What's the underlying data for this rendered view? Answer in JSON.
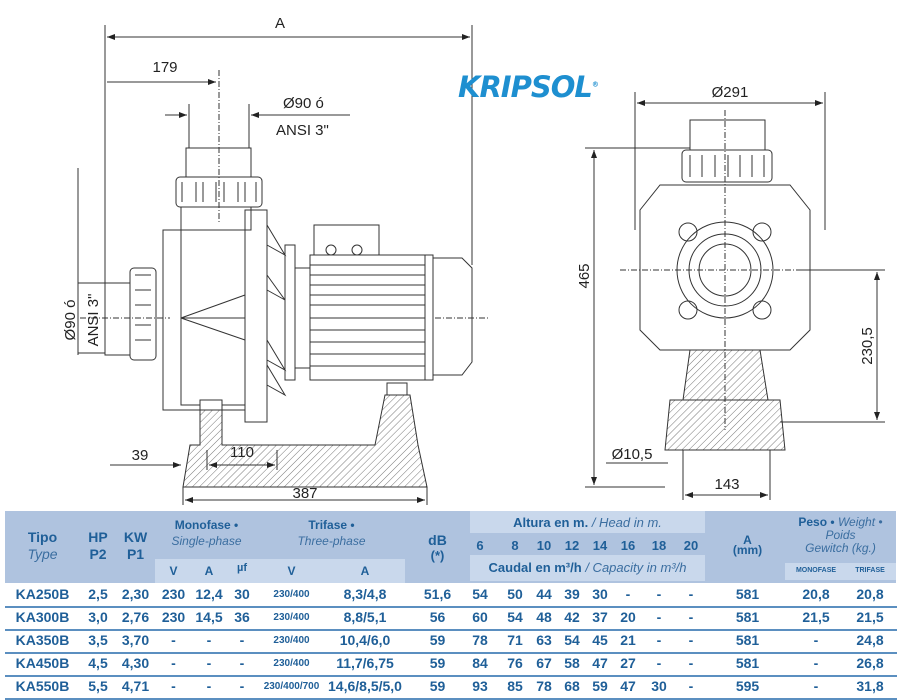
{
  "brand": {
    "logo": "KRIPSOL",
    "color": "#1e8fd0"
  },
  "drawing": {
    "dim_A": "A",
    "dim_179": "179",
    "outlet_diameter": "Ø90 ó",
    "outlet_ansi": "ANSI 3\"",
    "inlet_diameter": "Ø90 ó",
    "inlet_ansi": "ANSI 3\"",
    "dim_39": "39",
    "dim_110": "110",
    "dim_387": "387",
    "dim_291": "Ø291",
    "dim_465": "465",
    "dim_230_5": "230,5",
    "dim_10_5": "Ø10,5",
    "dim_143": "143"
  },
  "table": {
    "header": {
      "tipo": "Tipo",
      "type": "Type",
      "hp": "HP",
      "p2": "P2",
      "kw": "KW",
      "p1": "P1",
      "monofase": "Monofase •",
      "single_phase": "Single-phase",
      "trifase": "Trifase •",
      "three_phase": "Three-phase",
      "mono_v": "V",
      "mono_a": "A",
      "mono_uf": "µf",
      "tri_v": "V",
      "tri_a": "A",
      "db": "dB",
      "db_note": "(*)",
      "altura": "Altura en m.",
      "head": "/ Head in m.",
      "heads": [
        "6",
        "8",
        "10",
        "12",
        "14",
        "16",
        "18",
        "20"
      ],
      "caudal": "Caudal en m³/h",
      "capacity": "/ Capacity in m³/h",
      "a_mm": "A",
      "mm": "(mm)",
      "peso": "Peso •",
      "weight": "Weight •",
      "poids": "Poids",
      "gewitch": "Gewitch (kg.)",
      "w_mono": "MONOFASE",
      "w_tri": "TRIFASE"
    },
    "rows": [
      {
        "tipo": "KA250B",
        "hp": "2,5",
        "kw": "2,30",
        "mv": "230",
        "ma": "12,4",
        "uf": "30",
        "tv": "230/400",
        "ta": "8,3/4,8",
        "db": "51,6",
        "q": [
          "54",
          "50",
          "44",
          "39",
          "30",
          "-",
          "-",
          "-"
        ],
        "a": "581",
        "wm": "20,8",
        "wt": "20,8"
      },
      {
        "tipo": "KA300B",
        "hp": "3,0",
        "kw": "2,76",
        "mv": "230",
        "ma": "14,5",
        "uf": "36",
        "tv": "230/400",
        "ta": "8,8/5,1",
        "db": "56",
        "q": [
          "60",
          "54",
          "48",
          "42",
          "37",
          "20",
          "-",
          "-"
        ],
        "a": "581",
        "wm": "21,5",
        "wt": "21,5"
      },
      {
        "tipo": "KA350B",
        "hp": "3,5",
        "kw": "3,70",
        "mv": "-",
        "ma": "-",
        "uf": "-",
        "tv": "230/400",
        "ta": "10,4/6,0",
        "db": "59",
        "q": [
          "78",
          "71",
          "63",
          "54",
          "45",
          "21",
          "-",
          "-"
        ],
        "a": "581",
        "wm": "-",
        "wt": "24,8"
      },
      {
        "tipo": "KA450B",
        "hp": "4,5",
        "kw": "4,30",
        "mv": "-",
        "ma": "-",
        "uf": "-",
        "tv": "230/400",
        "ta": "11,7/6,75",
        "db": "59",
        "q": [
          "84",
          "76",
          "67",
          "58",
          "47",
          "27",
          "-",
          "-"
        ],
        "a": "581",
        "wm": "-",
        "wt": "26,8"
      },
      {
        "tipo": "KA550B",
        "hp": "5,5",
        "kw": "4,71",
        "mv": "-",
        "ma": "-",
        "uf": "-",
        "tv": "230/400/700",
        "ta": "14,6/8,5/5,0",
        "db": "59",
        "q": [
          "93",
          "85",
          "78",
          "68",
          "59",
          "47",
          "30",
          "-"
        ],
        "a": "595",
        "wm": "-",
        "wt": "31,8"
      }
    ]
  }
}
